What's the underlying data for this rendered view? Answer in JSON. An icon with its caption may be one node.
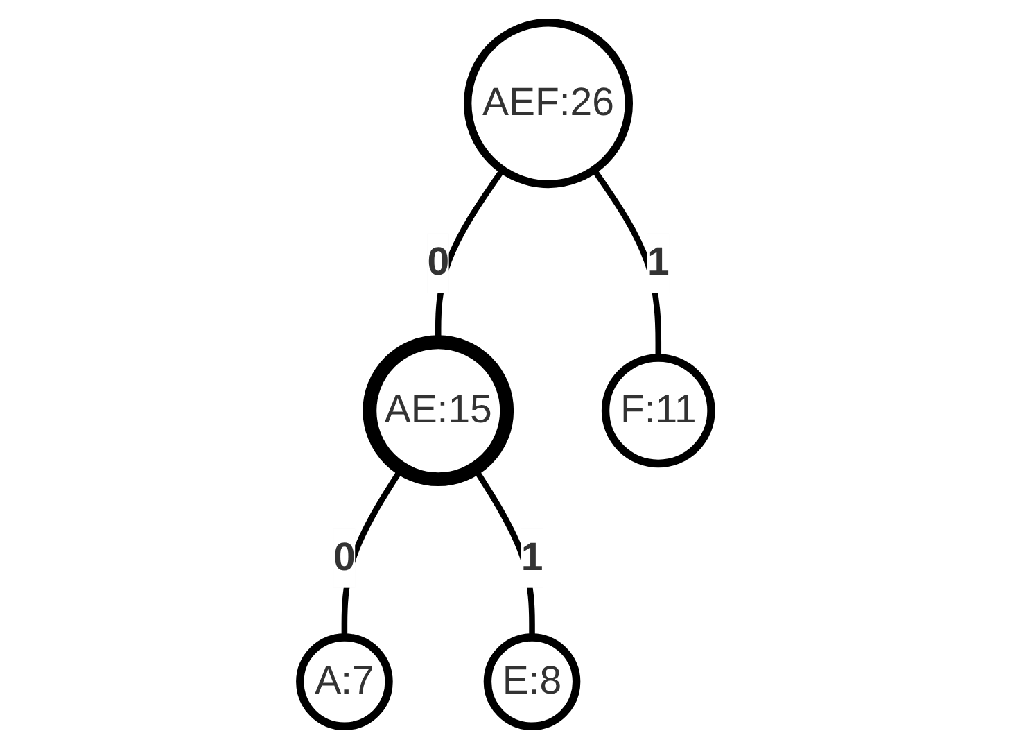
{
  "diagram": {
    "nodes": [
      {
        "text": [
          "AEF:26"
        ]
      },
      {
        "text": [
          "AE:15"
        ]
      },
      {
        "text": [
          "F:11"
        ]
      },
      {
        "text": [
          "A:7"
        ]
      },
      {
        "text": [
          "E:8"
        ]
      }
    ],
    "edges": [
      {
        "from": 0,
        "to": 1,
        "arrow": "none",
        "label": "0"
      },
      {
        "from": 0,
        "to": 2,
        "arrow": "none",
        "label": "1"
      },
      {
        "from": 1,
        "to": 3,
        "arrow": "none",
        "label": "0"
      },
      {
        "from": 1,
        "to": 4,
        "arrow": "none",
        "label": "1"
      }
    ]
  }
}
